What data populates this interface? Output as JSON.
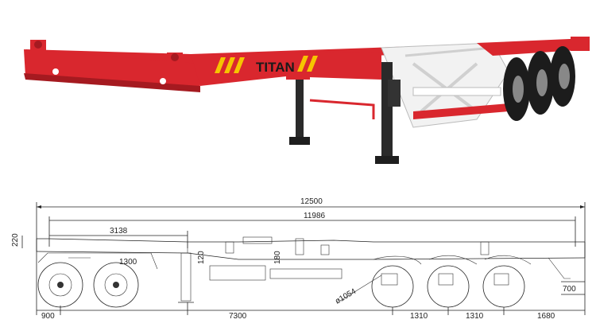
{
  "photo": {
    "brand_text": "TITAN",
    "colors": {
      "frame_red": "#d9272e",
      "frame_dark_red": "#a51a20",
      "gooseneck_white": "#f2f2f2",
      "tyre_black": "#1c1c1c",
      "hazard_yellow": "#f6c400"
    }
  },
  "drawing": {
    "overall_length": "12500",
    "frame_length": "11986",
    "gooseneck_length": "3138",
    "front_height": "220",
    "king_pin_height": "1300",
    "mid_height_1": "120",
    "mid_height_2": "180",
    "wheel_diameter": "ø1054",
    "rear_overhang_height": "700",
    "front_overhang": "900",
    "kingpin_to_axle": "7300",
    "axle_spacing_1": "1310",
    "axle_spacing_2": "1310",
    "rear_overhang": "1680"
  }
}
